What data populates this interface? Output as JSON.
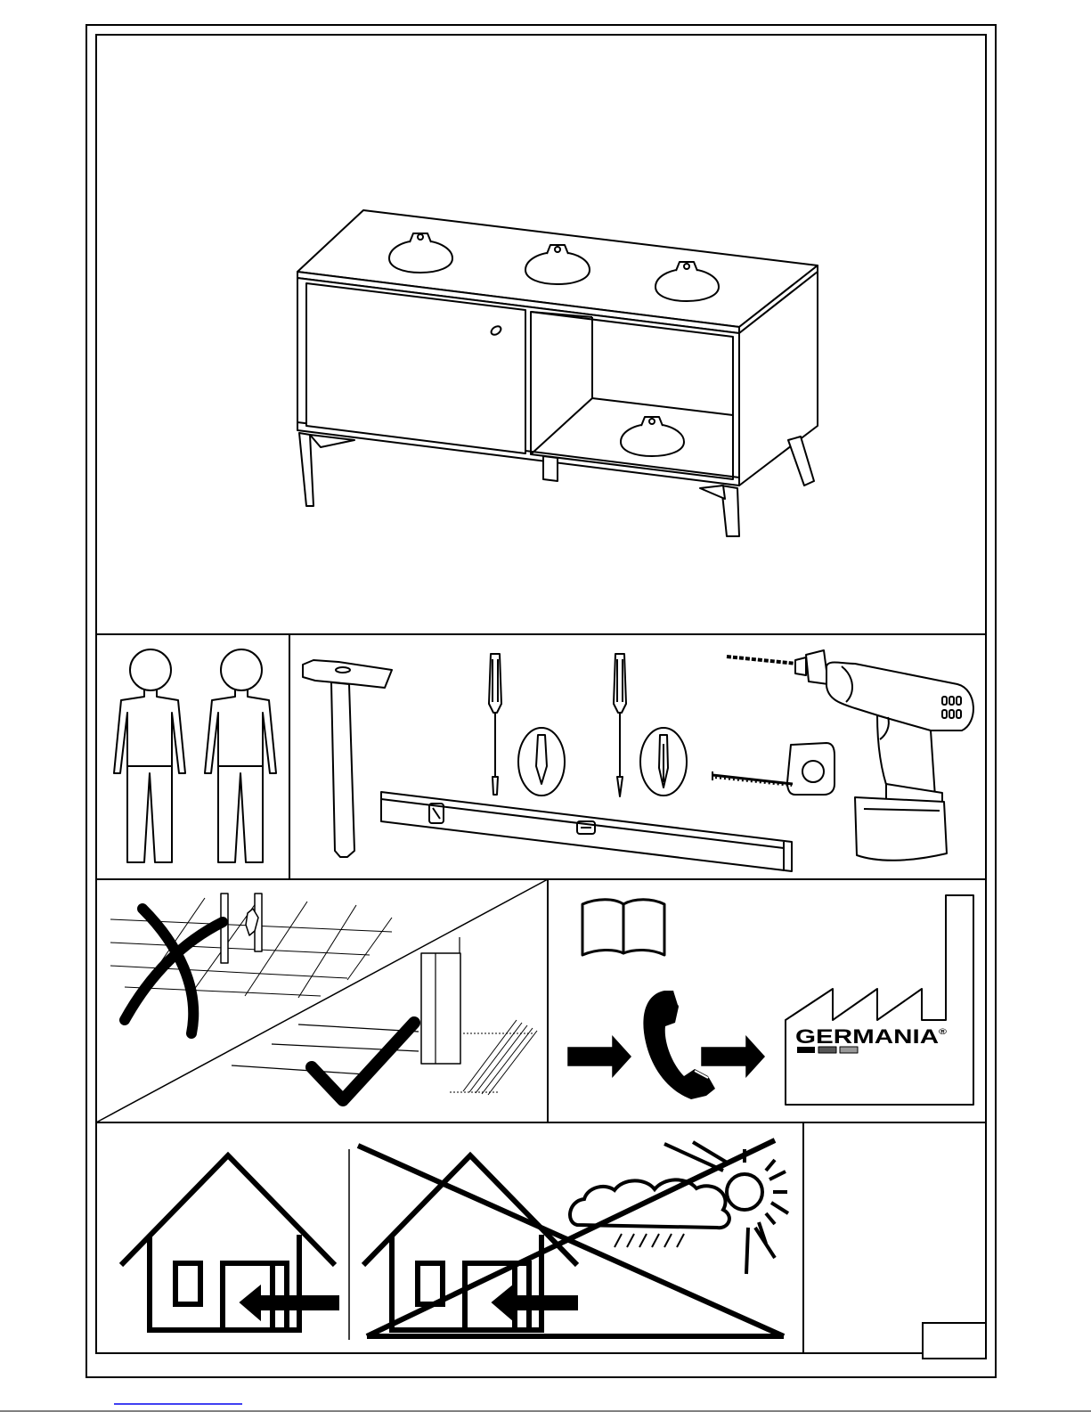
{
  "document": {
    "type": "furniture-assembly-instruction-cover",
    "product_illustration": "sideboard-with-door-and-open-shelf",
    "people_required": 2,
    "brand": {
      "name": "GERMANIA",
      "registered_mark": "®"
    },
    "colors": {
      "ink": "#000000",
      "paper": "#ffffff",
      "bottom_link": "#0000ee"
    },
    "icons": [
      "two-people-icon",
      "hammer-icon",
      "flat-screwdriver-icon",
      "phillips-screwdriver-icon",
      "cordless-drill-icon",
      "tape-measure-icon",
      "spirit-level-icon",
      "protect-floor-icon",
      "open-manual-icon",
      "phone-icon",
      "factory-icon",
      "indoor-use-icon",
      "no-outdoor-use-icon"
    ]
  }
}
